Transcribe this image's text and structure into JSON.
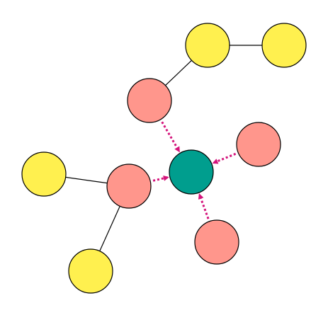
{
  "diagram": {
    "colors": {
      "background": "#ffffff",
      "center_node": "#009E8E",
      "neighbor_node": "#FF968C",
      "leaf_node": "#FFF04F",
      "node_stroke": "#000000",
      "edge": "#000000",
      "arrow": "#D4137B"
    },
    "nodes": [
      {
        "id": "center",
        "role": "center"
      },
      {
        "id": "neighbor-top",
        "role": "neighbor"
      },
      {
        "id": "neighbor-left",
        "role": "neighbor"
      },
      {
        "id": "neighbor-right",
        "role": "neighbor"
      },
      {
        "id": "neighbor-bottom",
        "role": "neighbor"
      },
      {
        "id": "leaf-top-1",
        "role": "leaf"
      },
      {
        "id": "leaf-top-2",
        "role": "leaf"
      },
      {
        "id": "leaf-left",
        "role": "leaf"
      },
      {
        "id": "leaf-bottom",
        "role": "leaf"
      }
    ],
    "edges": [
      {
        "from": "neighbor-top",
        "to": "leaf-top-1"
      },
      {
        "from": "leaf-top-1",
        "to": "leaf-top-2"
      },
      {
        "from": "neighbor-left",
        "to": "leaf-left"
      },
      {
        "from": "neighbor-left",
        "to": "leaf-bottom"
      }
    ],
    "messages": [
      {
        "from": "neighbor-top",
        "to": "center"
      },
      {
        "from": "neighbor-left",
        "to": "center"
      },
      {
        "from": "neighbor-right",
        "to": "center"
      },
      {
        "from": "neighbor-bottom",
        "to": "center"
      }
    ]
  }
}
